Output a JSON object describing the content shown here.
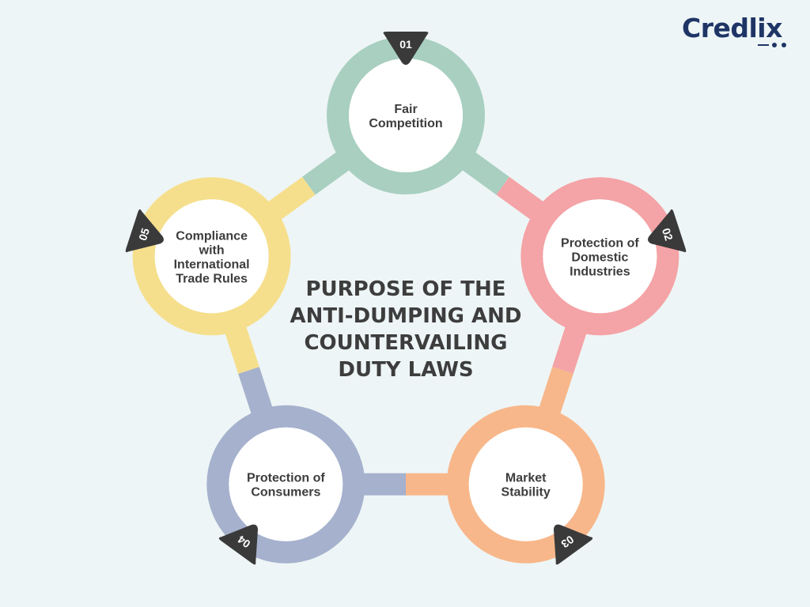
{
  "logo": {
    "text": "Credlix",
    "mark": "C",
    "rest": "redlix"
  },
  "diagram": {
    "title_lines": [
      "PURPOSE OF THE",
      "ANTI-DUMPING AND",
      "COUNTERVAILING",
      "DUTY LAWS"
    ],
    "nodes": [
      {
        "number": "01",
        "label_lines": [
          "Fair",
          "Competition"
        ],
        "color": "#a8cfc0"
      },
      {
        "number": "02",
        "label_lines": [
          "Protection of",
          "Domestic",
          "Industries"
        ],
        "color": "#f4a3a6"
      },
      {
        "number": "03",
        "label_lines": [
          "Market",
          "Stability"
        ],
        "color": "#f8b78a"
      },
      {
        "number": "04",
        "label_lines": [
          "Protection of",
          "Consumers"
        ],
        "color": "#a5b1cd"
      },
      {
        "number": "05",
        "label_lines": [
          "Compliance",
          "with",
          "International",
          "Trade Rules"
        ],
        "color": "#f6df8c"
      }
    ]
  }
}
